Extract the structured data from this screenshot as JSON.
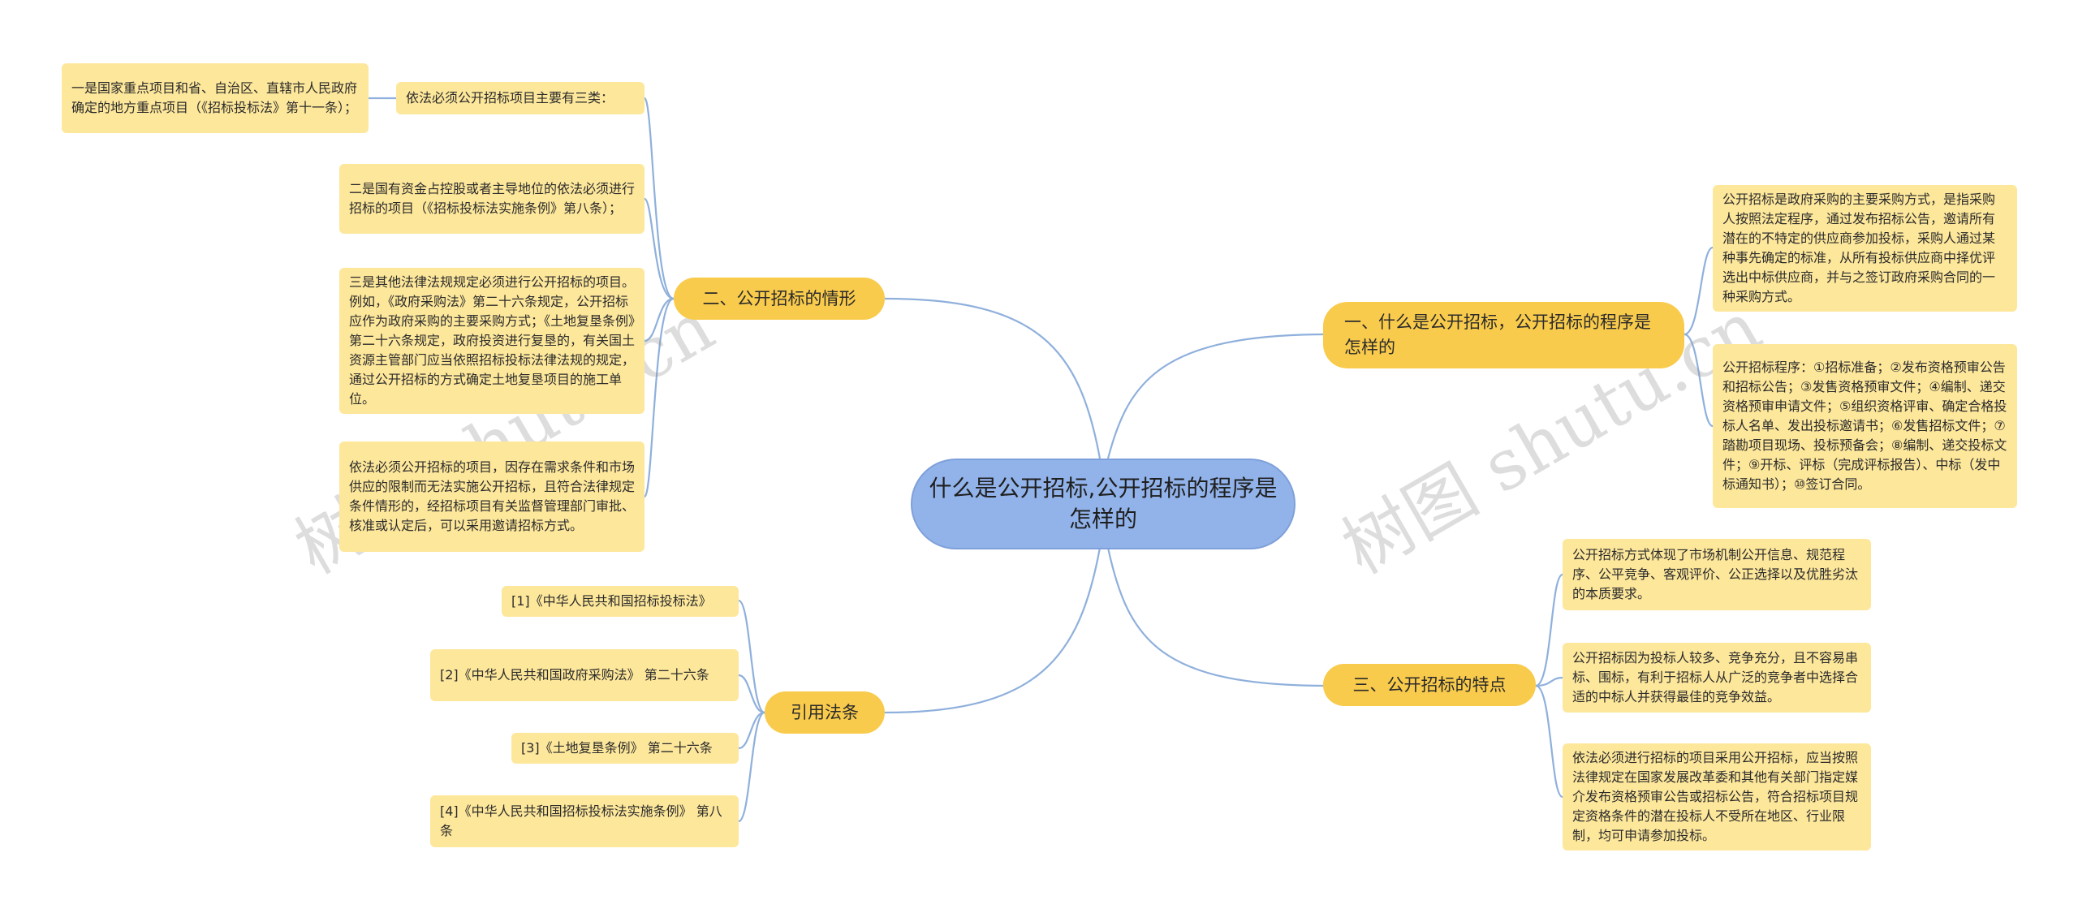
{
  "center": {
    "title": "什么是公开招标,公开招标的程序是怎样的"
  },
  "branches": {
    "b1": {
      "label": "一、什么是公开招标，公开招标的程序是怎样的"
    },
    "b2": {
      "label": "二、公开招标的情形"
    },
    "b3": {
      "label": "三、公开招标的特点"
    },
    "b4": {
      "label": "引用法条"
    }
  },
  "leaves": {
    "b1_1": "公开招标是政府采购的主要采购方式，是指采购人按照法定程序，通过发布招标公告，邀请所有潜在的不特定的供应商参加投标，采购人通过某种事先确定的标准，从所有投标供应商中择优评选出中标供应商，并与之签订政府采购合同的一种采购方式。",
    "b1_2": "公开招标程序：①招标准备；②发布资格预审公告和招标公告；③发售资格预审文件；④编制、递交资格预审申请文件；⑤组织资格评审、确定合格投标人名单、发出投标邀请书；⑥发售招标文件；⑦踏勘项目现场、投标预备会；⑧编制、递交投标文件；⑨开标、评标（完成评标报告）、中标（发中标通知书）；⑩签订合同。",
    "b2_1": "依法必须公开招标项目主要有三类：",
    "b2_1_1": "一是国家重点项目和省、自治区、直辖市人民政府确定的地方重点项目（《招标投标法》第十一条）；",
    "b2_2": "二是国有资金占控股或者主导地位的依法必须进行招标的项目（《招标投标法实施条例》第八条）；",
    "b2_3": "三是其他法律法规规定必须进行公开招标的项目。例如，《政府采购法》第二十六条规定，公开招标应作为政府采购的主要采购方式；《土地复垦条例》第二十六条规定，政府投资进行复垦的，有关国土资源主管部门应当依照招标投标法律法规的规定，通过公开招标的方式确定土地复垦项目的施工单位。",
    "b2_4": "依法必须公开招标的项目，因存在需求条件和市场供应的限制而无法实施公开招标，且符合法律规定条件情形的，经招标项目有关监督管理部门审批、核准或认定后，可以采用邀请招标方式。",
    "b3_1": "公开招标方式体现了市场机制公开信息、规范程序、公平竞争、客观评价、公正选择以及优胜劣汰的本质要求。",
    "b3_2": "公开招标因为投标人较多、竞争充分，且不容易串标、围标，有利于招标人从广泛的竞争者中选择合适的中标人并获得最佳的竞争效益。",
    "b3_3": "依法必须进行招标的项目采用公开招标，应当按照法律规定在国家发展改革委和其他有关部门指定媒介发布资格预审公告或招标公告，符合招标项目规定资格条件的潜在投标人不受所在地区、行业限制，均可申请参加投标。",
    "b4_1": "[1]《中华人民共和国招标投标法》",
    "b4_2": "[2]《中华人民共和国政府采购法》 第二十六条",
    "b4_3": "[3]《土地复垦条例》 第二十六条",
    "b4_4": "[4]《中华人民共和国招标投标法实施条例》 第八条"
  },
  "watermark": "树图 shutu.cn",
  "colors": {
    "center": "#92b3ea",
    "branch": "#f9cb4c",
    "leaf": "#fde79b",
    "link": "#8fb0dc"
  }
}
